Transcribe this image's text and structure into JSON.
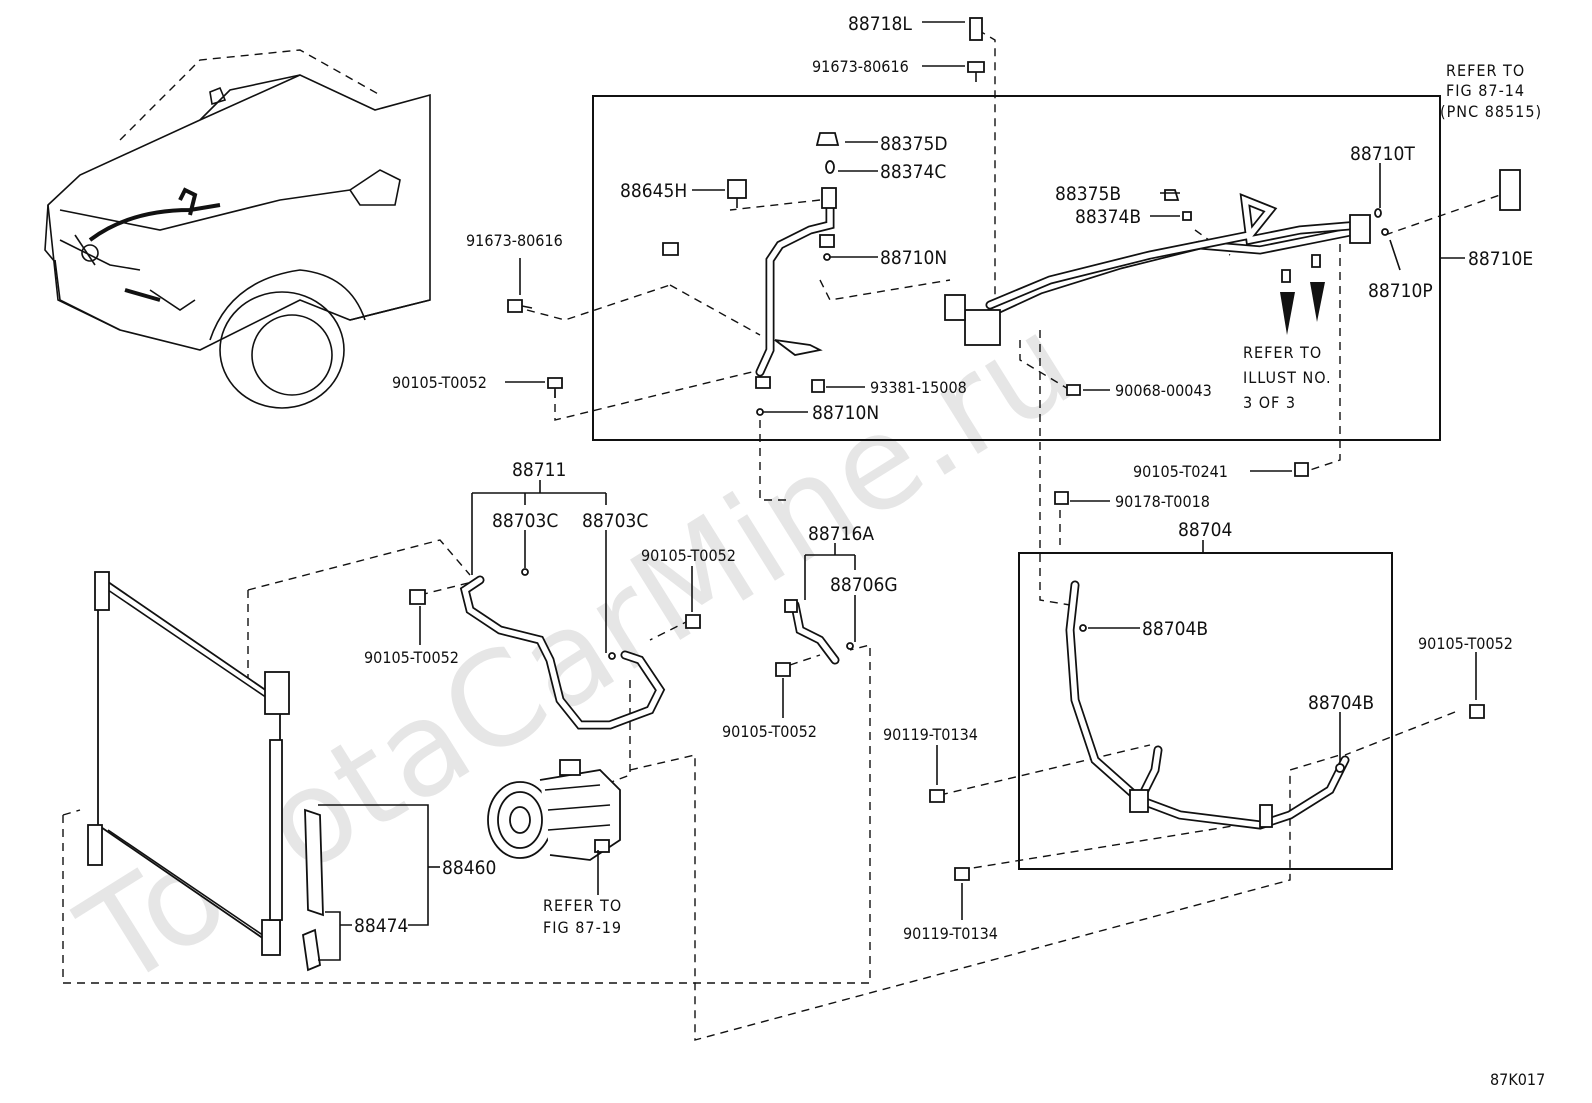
{
  "watermark": "ToyotaCarMine.ru",
  "diagram_code": "87K017",
  "labels": {
    "p88718L": "88718L",
    "p91673_top": "91673-80616",
    "p88375D": "88375D",
    "p88374C": "88374C",
    "p88645H": "88645H",
    "p88710N_a": "88710N",
    "p91673_left": "91673-80616",
    "p90105_left": "90105-T0052",
    "p93381": "93381-15008",
    "p88710N_b": "88710N",
    "p88375B": "88375B",
    "p88374B": "88374B",
    "p88710T": "88710T",
    "p88710E": "88710E",
    "p88710P": "88710P",
    "p90068": "90068-00043",
    "p90105_T0241": "90105-T0241",
    "p90178": "90178-T0018",
    "p88704": "88704",
    "p88704B_a": "88704B",
    "p88704B_b": "88704B",
    "p90105_right": "90105-T0052",
    "p90119_a": "90119-T0134",
    "p90119_b": "90119-T0134",
    "p88711": "88711",
    "p88703C_a": "88703C",
    "p88703C_b": "88703C",
    "p90105_mid": "90105-T0052",
    "p90105_cond": "90105-T0052",
    "p88716A": "88716A",
    "p88706G": "88706G",
    "p90105_bot": "90105-T0052",
    "p88460": "88460",
    "p88474": "88474"
  },
  "references": {
    "fig_87_14": [
      "REFER TO",
      "FIG 87-14",
      "(PNC 88515)"
    ],
    "illust": [
      "REFER TO",
      "ILLUST NO.",
      "3 OF 3"
    ],
    "fig_87_19": [
      "REFER TO",
      "FIG 87-19"
    ]
  }
}
